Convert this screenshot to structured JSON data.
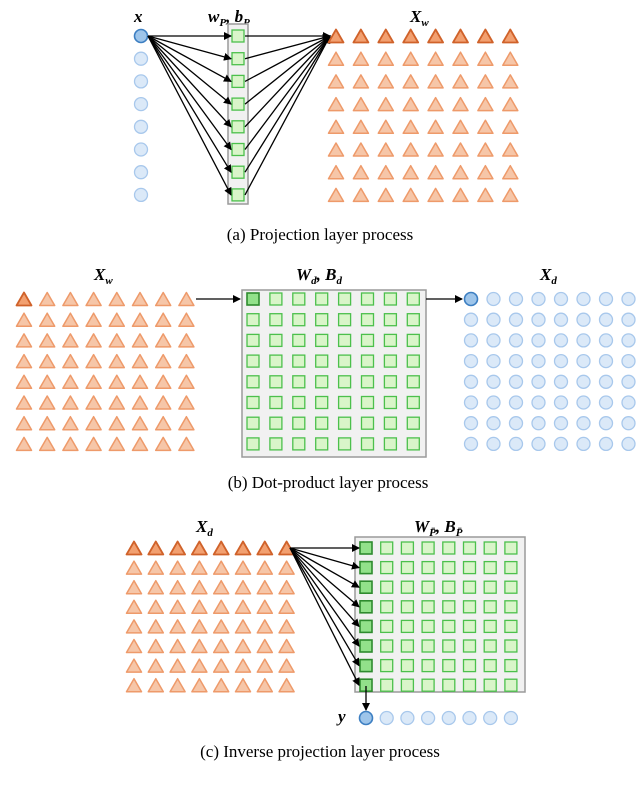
{
  "colors": {
    "triangle_fill": "#f6c6a8",
    "triangle_stroke": "#ee9a6a",
    "triangle_dark_fill": "#f2a070",
    "triangle_dark_stroke": "#d0622a",
    "circle_fill": "#dbe9f8",
    "circle_stroke": "#a8c8ec",
    "circle_dark_fill": "#9ec5ea",
    "circle_dark_stroke": "#3d7fc2",
    "square_fill": "#d9f5c9",
    "square_stroke": "#4cc04c",
    "square_dark_fill": "#92e18a",
    "square_dark_stroke": "#2e8b2e",
    "matrix_box_fill": "#f1f1f1",
    "matrix_box_stroke": "#9a9a9a",
    "arrow": "#000000"
  },
  "panel_a": {
    "caption": "(a)  Projection layer process",
    "label_x": "x",
    "label_w": "w",
    "label_w_sub": "P",
    "label_sep": ", ",
    "label_b": "b",
    "label_b_sub": "P",
    "label_X": "X",
    "label_X_sub": "w"
  },
  "panel_b": {
    "caption": "(b)  Dot-product layer process",
    "label_Xw": "X",
    "label_Xw_sub": "w",
    "label_W": "W",
    "label_W_sub": "d",
    "label_sep": ", ",
    "label_B": "B",
    "label_B_sub": "d",
    "label_Xd": "X",
    "label_Xd_sub": "d"
  },
  "panel_c": {
    "caption": "(c)  Inverse projection layer process",
    "label_Xd": "X",
    "label_Xd_sub": "d",
    "label_W": "W",
    "label_W_sub": "P̄",
    "label_sep": ", ",
    "label_B": "B",
    "label_B_sub": "P̄",
    "label_y": "y"
  }
}
